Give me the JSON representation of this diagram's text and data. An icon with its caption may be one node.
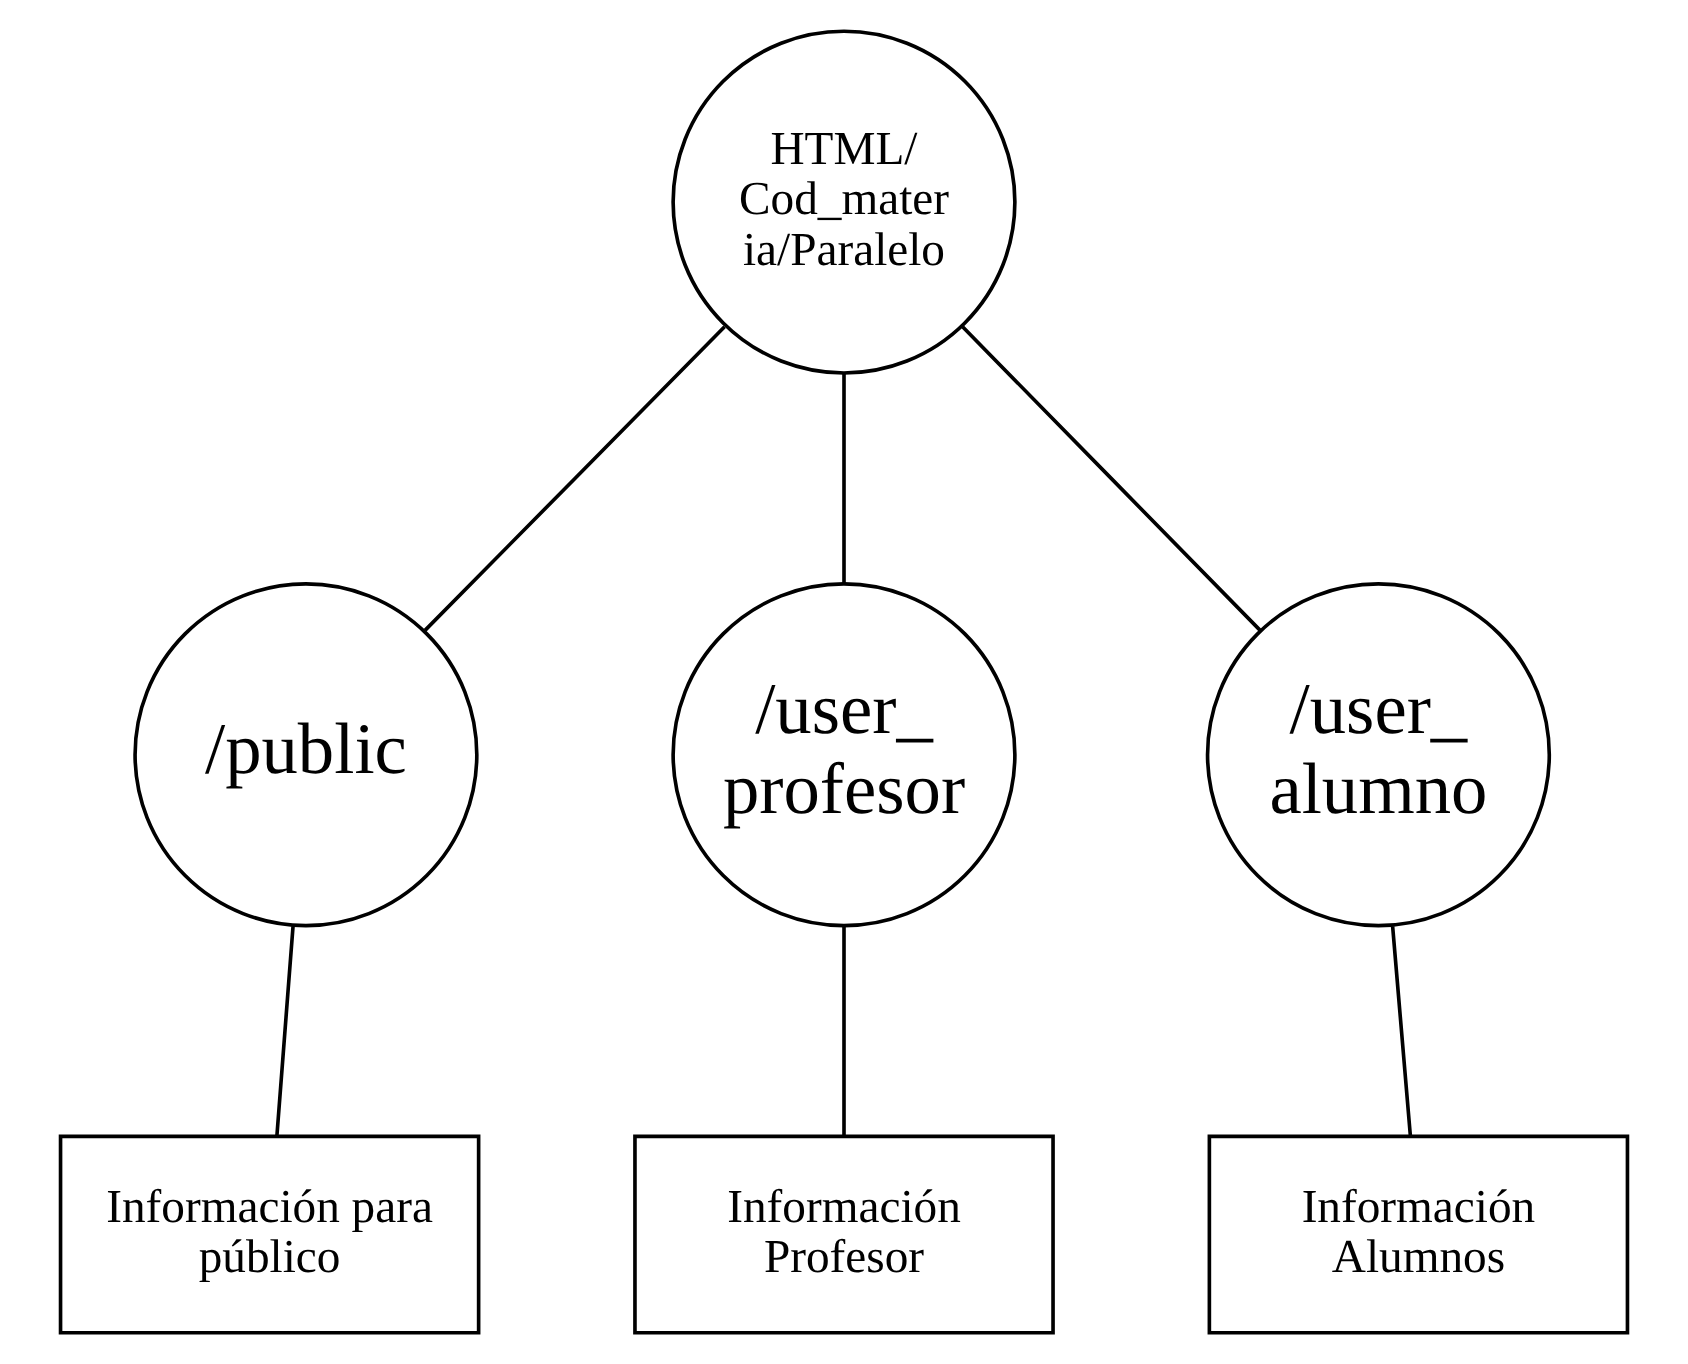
{
  "diagram": {
    "nodes": [
      {
        "text": [
          "HTML/ Cod_mater ia/Paralelo"
        ]
      },
      {
        "text": [
          "/public"
        ]
      },
      {
        "text": [
          "/user_ profesor"
        ]
      },
      {
        "text": [
          "/user_ alumno"
        ]
      },
      {
        "text": [
          "Información para público"
        ]
      },
      {
        "text": [
          "Información Profesor"
        ]
      },
      {
        "text": [
          "Información Alumnos"
        ]
      }
    ],
    "edges": [
      {
        "from": 0,
        "to": 1,
        "arrow": "none"
      },
      {
        "from": 0,
        "to": 2,
        "arrow": "none"
      },
      {
        "from": 0,
        "to": 3,
        "arrow": "none"
      },
      {
        "from": 1,
        "to": 4,
        "arrow": "none"
      },
      {
        "from": 2,
        "to": 5,
        "arrow": "none"
      },
      {
        "from": 3,
        "to": 6,
        "arrow": "none"
      }
    ]
  }
}
